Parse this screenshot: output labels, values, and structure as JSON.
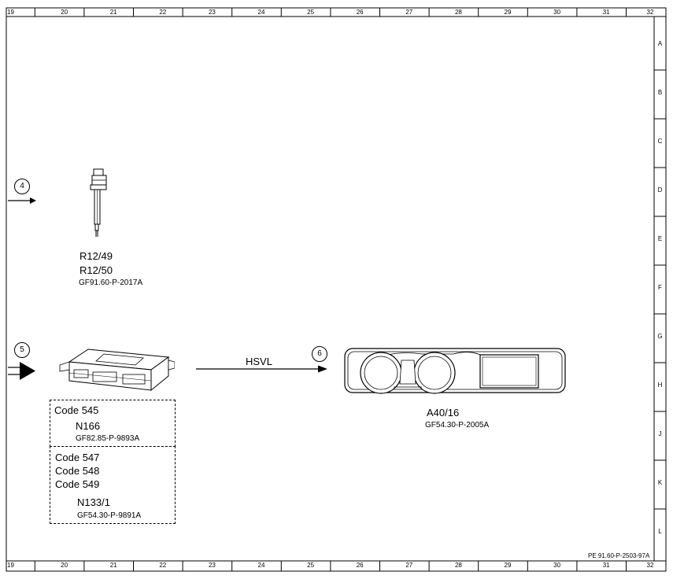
{
  "border": {
    "columns": [
      "19",
      "20",
      "21",
      "22",
      "23",
      "24",
      "25",
      "26",
      "27",
      "28",
      "29",
      "30",
      "31",
      "32"
    ],
    "rows": [
      "A",
      "B",
      "C",
      "D",
      "E",
      "F",
      "G",
      "H",
      "J",
      "K",
      "L"
    ]
  },
  "drawing_ref": "PE 91.60-P-2503-97A",
  "callouts": {
    "c4": "4",
    "c5": "5",
    "c6": "6"
  },
  "signal_label": "HSVL",
  "sensor": {
    "label1": "R12/49",
    "label2": "R12/50",
    "ref": "GF91.60-P-2017A"
  },
  "box1": {
    "code": "Code 545",
    "name": "N166",
    "ref": "GF82.85-P-9893A"
  },
  "box2": {
    "code1": "Code 547",
    "code2": "Code 548",
    "code3": "Code 549",
    "name": "N133/1",
    "ref": "GF54.30-P-9891A"
  },
  "cluster": {
    "name": "A40/16",
    "ref": "GF54.30-P-2005A"
  }
}
